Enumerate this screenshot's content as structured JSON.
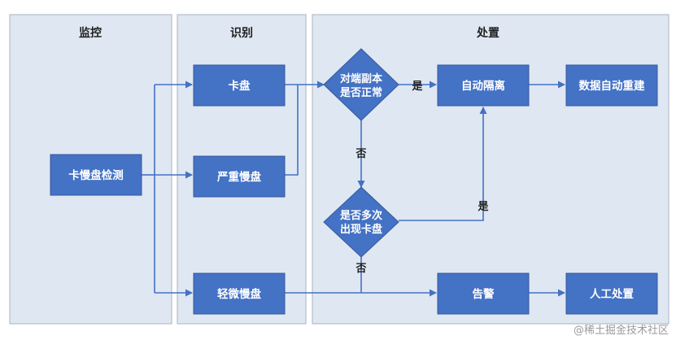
{
  "colors": {
    "lane_fill": "#dfe7f3",
    "lane_stroke": "#b6bdc7",
    "node_fill": "#4472c4",
    "node_stroke": "#35599c",
    "arrow": "#4472c4"
  },
  "lanes": {
    "monitor": "监控",
    "identify": "识别",
    "handle": "处置"
  },
  "nodes": {
    "stall_detect": "卡慢盘检测",
    "stall_disk": "卡盘",
    "severe_slow": "严重慢盘",
    "mild_slow": "轻微慢盘",
    "replica_check_line1": "对端副本",
    "replica_check_line2": "是否正常",
    "auto_isolate": "自动隔离",
    "auto_rebuild": "数据自动重建",
    "repeat_check_line1": "是否多次",
    "repeat_check_line2": "出现卡盘",
    "alert": "告警",
    "manual": "人工处置"
  },
  "edge_labels": {
    "yes_isolate": "是",
    "no_repeat": "否",
    "yes_repeat": "是",
    "no_alert": "否"
  },
  "watermark": "@稀土掘金技术社区"
}
